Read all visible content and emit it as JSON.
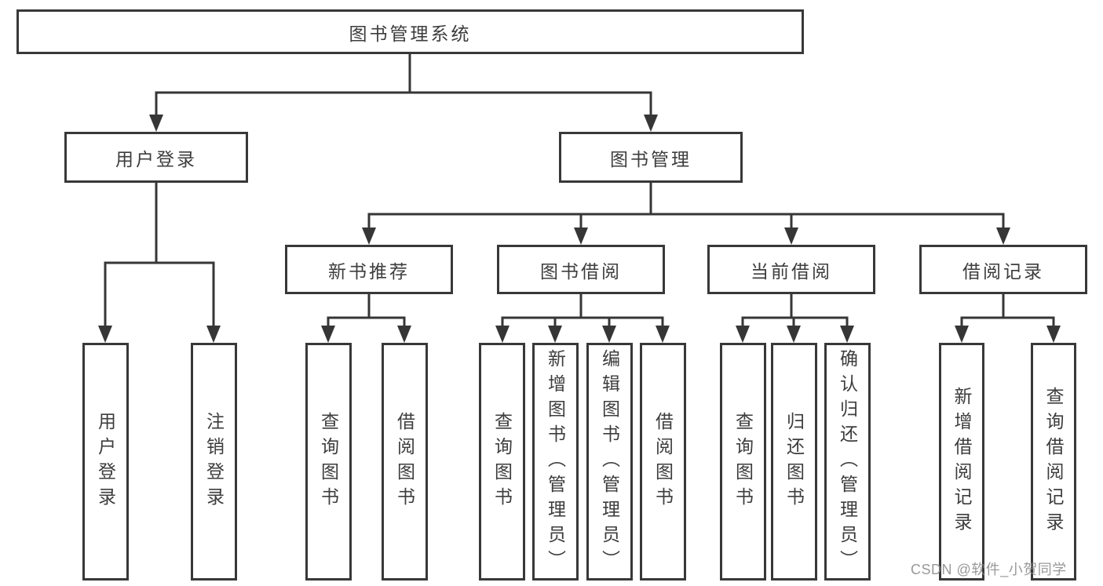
{
  "tree": {
    "label": "图书管理系统",
    "children": [
      {
        "label": "用户登录",
        "children": [
          {
            "label": "用户登录"
          },
          {
            "label": "注销登录"
          }
        ]
      },
      {
        "label": "图书管理",
        "children": [
          {
            "label": "新书推荐",
            "children": [
              {
                "label": "查询图书"
              },
              {
                "label": "借阅图书"
              }
            ]
          },
          {
            "label": "图书借阅",
            "children": [
              {
                "label": "查询图书"
              },
              {
                "label": "新增图书（管理员）"
              },
              {
                "label": "编辑图书（管理员）"
              },
              {
                "label": "借阅图书"
              }
            ]
          },
          {
            "label": "当前借阅",
            "children": [
              {
                "label": "查询图书"
              },
              {
                "label": "归还图书"
              },
              {
                "label": "确认归还（管理员）"
              }
            ]
          },
          {
            "label": "借阅记录",
            "children": [
              {
                "label": "新增借阅记录"
              },
              {
                "label": "查询借阅记录"
              }
            ]
          }
        ]
      }
    ]
  },
  "watermark": {
    "text": "CSDN @软件_小贺同学"
  },
  "colors": {
    "line": "#363636",
    "box_border": "#383838",
    "text": "#3d3d3d",
    "watermark": "#878787",
    "background": "#ffffff"
  }
}
